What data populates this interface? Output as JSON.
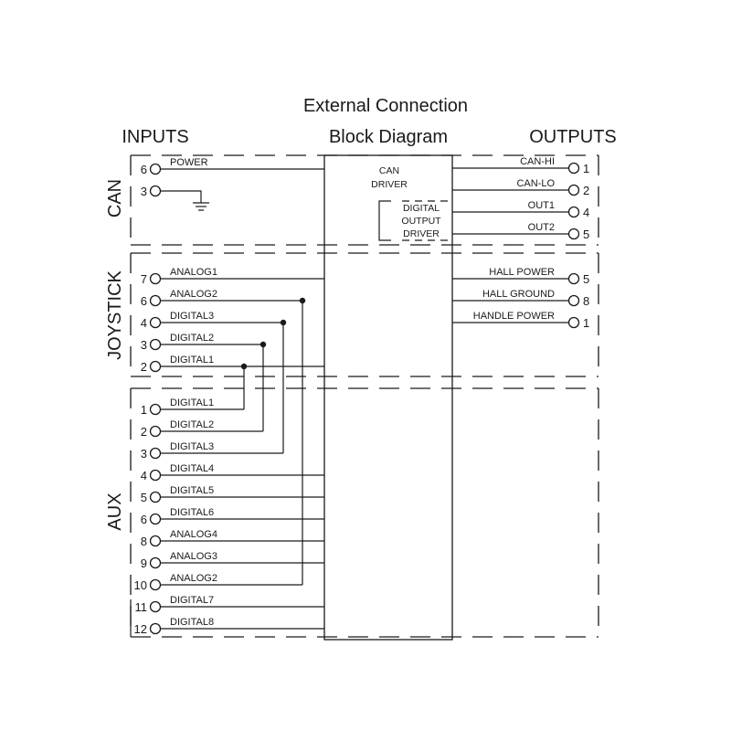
{
  "titles": {
    "main": "External Connection",
    "inputs": "INPUTS",
    "block": "Block Diagram",
    "outputs": "OUTPUTS"
  },
  "groups": {
    "can": "CAN",
    "joystick": "JOYSTICK",
    "aux": "AUX"
  },
  "block": {
    "can_driver": [
      "CAN",
      "DRIVER"
    ],
    "digital_output_driver": [
      "DIGITAL",
      "OUTPUT",
      "DRIVER"
    ]
  },
  "inputs": [
    {
      "group": "can",
      "pin": "6",
      "label": "POWER"
    },
    {
      "group": "can",
      "pin": "3",
      "label": ""
    },
    {
      "group": "joystick",
      "pin": "7",
      "label": "ANALOG1"
    },
    {
      "group": "joystick",
      "pin": "6",
      "label": "ANALOG2"
    },
    {
      "group": "joystick",
      "pin": "4",
      "label": "DIGITAL3"
    },
    {
      "group": "joystick",
      "pin": "3",
      "label": "DIGITAL2"
    },
    {
      "group": "joystick",
      "pin": "2",
      "label": "DIGITAL1"
    },
    {
      "group": "aux",
      "pin": "1",
      "label": "DIGITAL1"
    },
    {
      "group": "aux",
      "pin": "2",
      "label": "DIGITAL2"
    },
    {
      "group": "aux",
      "pin": "3",
      "label": "DIGITAL3"
    },
    {
      "group": "aux",
      "pin": "4",
      "label": "DIGITAL4"
    },
    {
      "group": "aux",
      "pin": "5",
      "label": "DIGITAL5"
    },
    {
      "group": "aux",
      "pin": "6",
      "label": "DIGITAL6"
    },
    {
      "group": "aux",
      "pin": "8",
      "label": "ANALOG4"
    },
    {
      "group": "aux",
      "pin": "9",
      "label": "ANALOG3"
    },
    {
      "group": "aux",
      "pin": "10",
      "label": "ANALOG2"
    },
    {
      "group": "aux",
      "pin": "11",
      "label": "DIGITAL7"
    },
    {
      "group": "aux",
      "pin": "12",
      "label": "DIGITAL8"
    }
  ],
  "outputs": [
    {
      "group": "can",
      "pin": "1",
      "label": "CAN-HI"
    },
    {
      "group": "can",
      "pin": "2",
      "label": "CAN-LO"
    },
    {
      "group": "can",
      "pin": "4",
      "label": "OUT1"
    },
    {
      "group": "can",
      "pin": "5",
      "label": "OUT2"
    },
    {
      "group": "joystick",
      "pin": "5",
      "label": "HALL POWER"
    },
    {
      "group": "joystick",
      "pin": "8",
      "label": "HALL GROUND"
    },
    {
      "group": "joystick",
      "pin": "1",
      "label": "HANDLE POWER"
    }
  ]
}
